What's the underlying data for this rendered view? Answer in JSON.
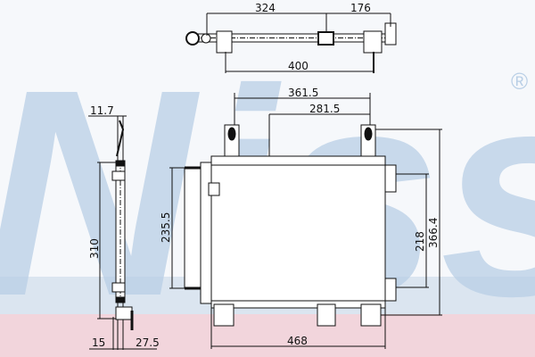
{
  "watermark": {
    "text": "Nissens",
    "registered_mark": "®",
    "color": "#b9cfe6",
    "band_color": "#f2d5dc"
  },
  "top_view": {
    "dims": {
      "left_span": "324",
      "right_span": "176",
      "bracket_span": "400"
    }
  },
  "front_view": {
    "dims": {
      "top_outer": "361.5",
      "top_inner": "281.5",
      "drier_height": "235.5",
      "bracket_height": "218",
      "overall_height": "366.4",
      "width": "468"
    }
  },
  "side_view": {
    "dims": {
      "top_offset": "11.7",
      "height": "310",
      "bottom_left": "15",
      "bottom_right": "27.5"
    }
  }
}
